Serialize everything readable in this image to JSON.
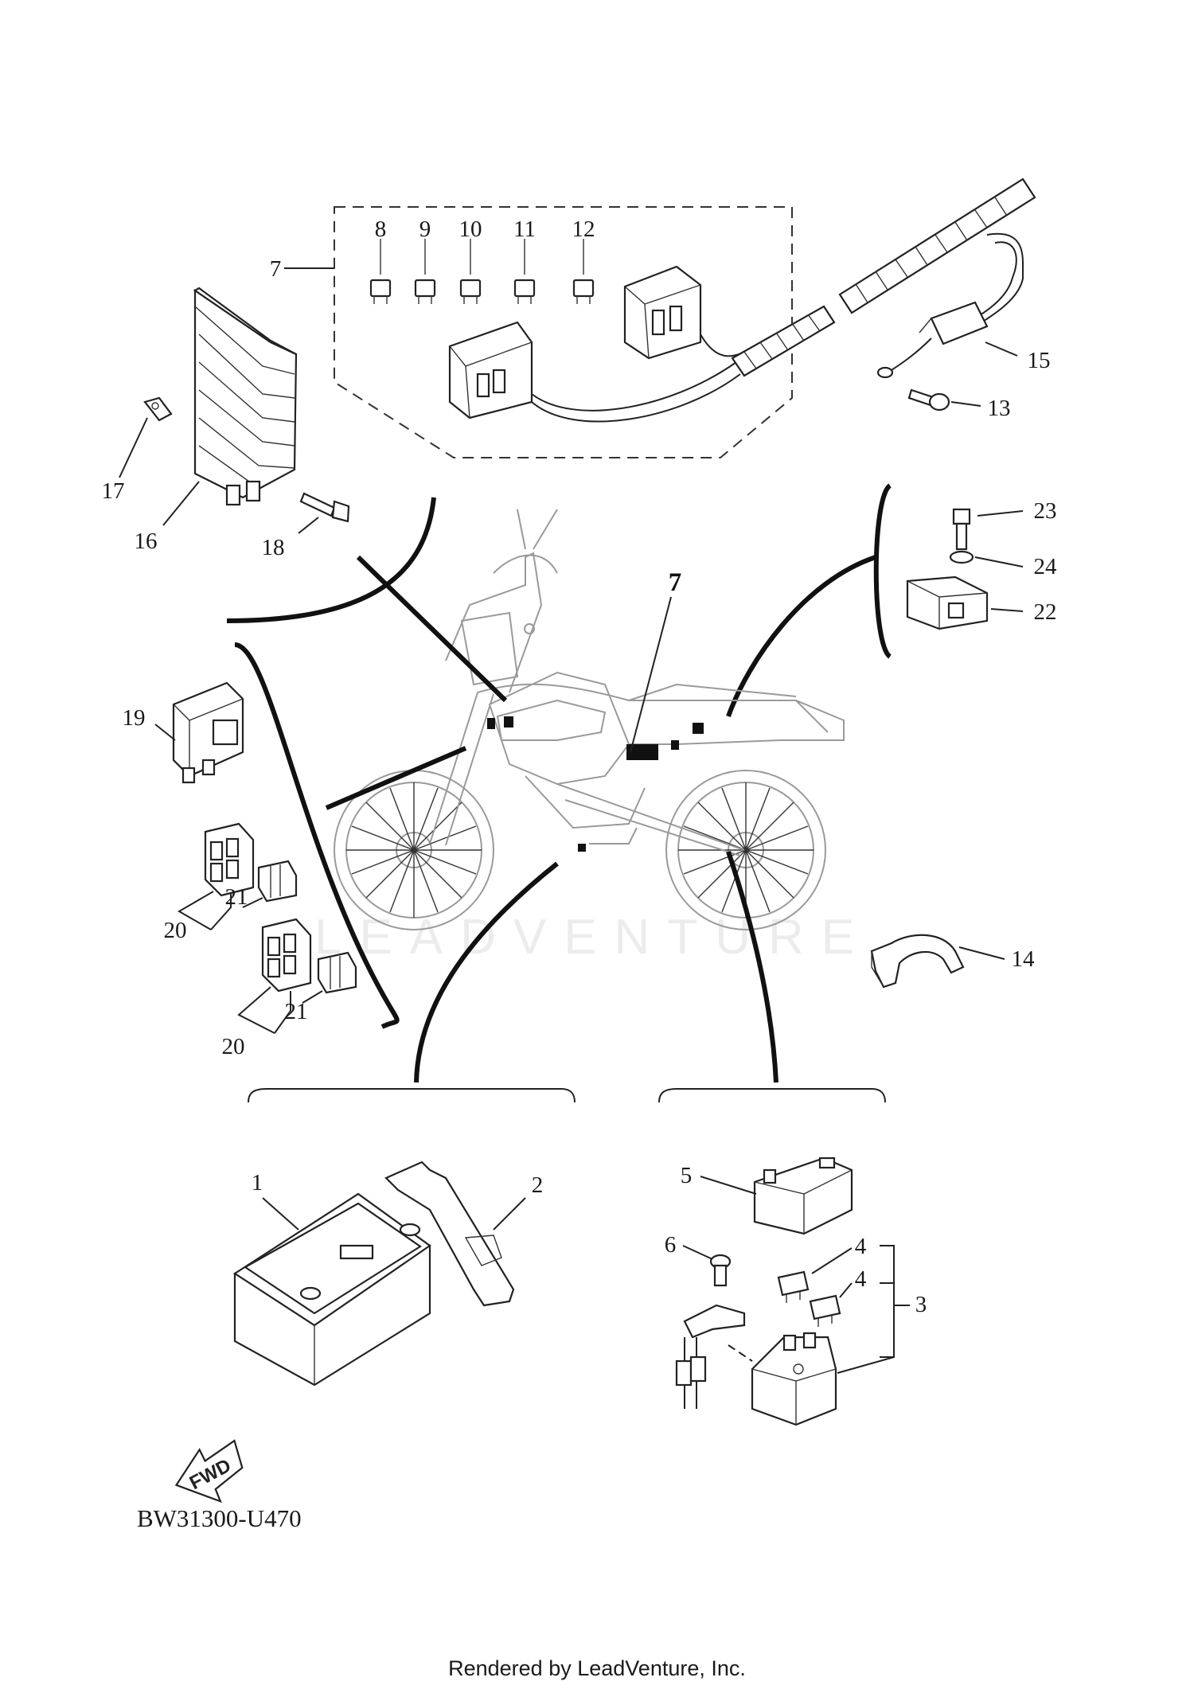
{
  "diagram": {
    "labels": {
      "l1": "1",
      "l2": "2",
      "l3": "3",
      "l4a": "4",
      "l4b": "4",
      "l5": "5",
      "l6": "6",
      "l7": "7",
      "l7b": "7",
      "l8": "8",
      "l9": "9",
      "l10": "10",
      "l11": "11",
      "l12": "12",
      "l13": "13",
      "l14": "14",
      "l15": "15",
      "l16": "16",
      "l17": "17",
      "l18": "18",
      "l19": "19",
      "l20a": "20",
      "l20b": "20",
      "l21a": "21",
      "l21b": "21",
      "l22": "22",
      "l23": "23",
      "l24": "24"
    },
    "fwd_label": "FWD",
    "watermark": "LEADVENTURE",
    "diagram_code": "BW31300-U470",
    "footer_credit": "Rendered by LeadVenture, Inc."
  }
}
